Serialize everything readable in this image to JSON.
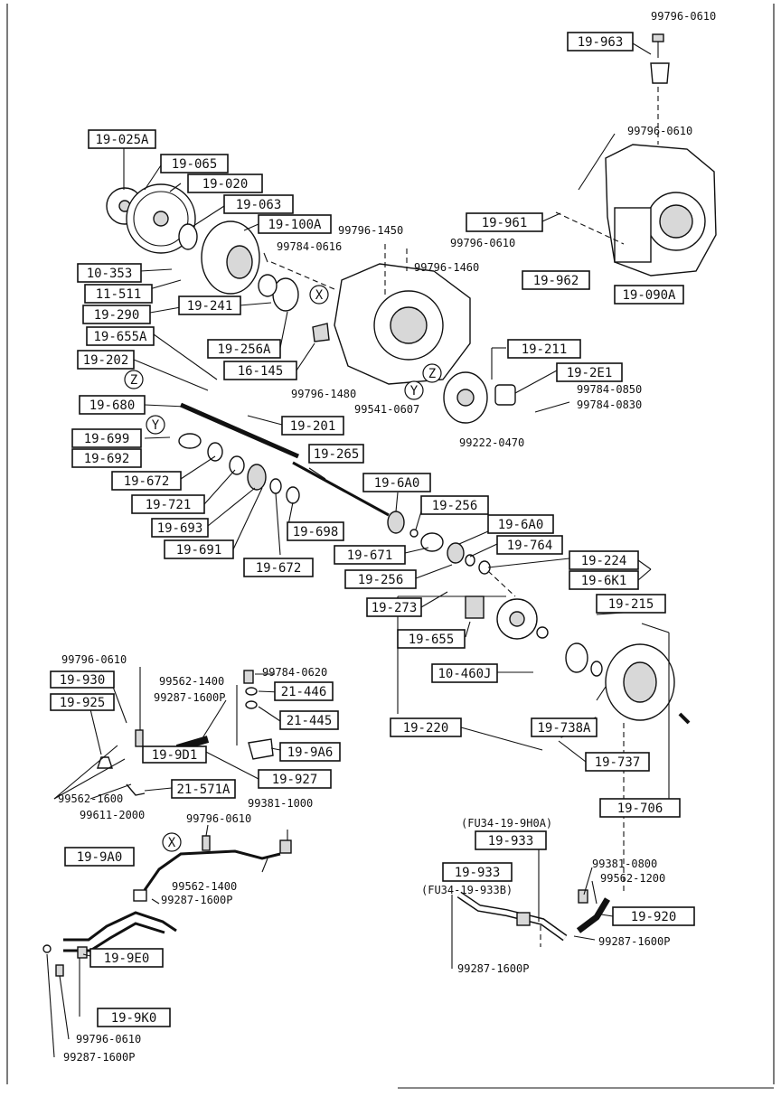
{
  "labels": {
    "p99796_0610_top": "99796-0610",
    "p19_963": "19-963",
    "p99796_0610_b": "99796-0610",
    "p19_025A": "19-025A",
    "p19_065": "19-065",
    "p19_020": "19-020",
    "p19_063": "19-063",
    "p19_100A": "19-100A",
    "p99796_1450": "99796-1450",
    "p99784_0616": "99784-0616",
    "p19_961": "19-961",
    "p99796_0610_c": "99796-0610",
    "p99796_1460": "99796-1460",
    "p19_962": "19-962",
    "p19_090A": "19-090A",
    "p10_353": "10-353",
    "p11_511": "11-511",
    "p19_290": "19-290",
    "p19_241": "19-241",
    "p19_655A": "19-655A",
    "p19_256A": "19-256A",
    "p19_211": "19-211",
    "p19_202": "19-202",
    "p16_145": "16-145",
    "p19_2E1": "19-2E1",
    "p99784_0850": "99784-0850",
    "p99784_0830": "99784-0830",
    "p99796_1480": "99796-1480",
    "p99541_0607": "99541-0607",
    "p19_680": "19-680",
    "p19_201": "19-201",
    "p99222_0470": "99222-0470",
    "p19_699": "19-699",
    "p19_692": "19-692",
    "p19_265": "19-265",
    "p19_672_a": "19-672",
    "p19_6A0_a": "19-6A0",
    "p19_721": "19-721",
    "p19_256_a": "19-256",
    "p19_693": "19-693",
    "p19_698": "19-698",
    "p19_6A0_b": "19-6A0",
    "p19_691": "19-691",
    "p19_671": "19-671",
    "p19_764": "19-764",
    "p19_672_b": "19-672",
    "p19_224": "19-224",
    "p19_256_b": "19-256",
    "p19_6K1": "19-6K1",
    "p19_273": "19-273",
    "p19_215": "19-215",
    "p19_655": "19-655",
    "p10_460J": "10-460J",
    "p99796_0610_d": "99796-0610",
    "p19_930": "19-930",
    "p99562_1400_a": "99562-1400",
    "p99784_0620": "99784-0620",
    "p19_925": "19-925",
    "p99287_1600P_a": "99287-1600P",
    "p21_446": "21-446",
    "p21_445": "21-445",
    "p19_738A": "19-738A",
    "p19_220": "19-220",
    "p19_9D1": "19-9D1",
    "p19_9A6": "19-9A6",
    "p19_927": "19-927",
    "p19_737": "19-737",
    "p21_571A": "21-571A",
    "p99562_1600": "99562-1600",
    "p99381_1000": "99381-1000",
    "p99611_2000": "99611-2000",
    "p19_706": "19-706",
    "p99796_0610_e": "99796-0610",
    "pFU34_19_9H0A": "(FU34-19-9H0A)",
    "p19_933_a": "19-933",
    "p19_9A0": "19-9A0",
    "p99381_0800": "99381-0800",
    "p19_933_b": "19-933",
    "p99562_1200": "99562-1200",
    "p99562_1400_b": "99562-1400",
    "pFU34_19_933B": "(FU34-19-933B)",
    "p99287_1600P_b": "99287-1600P",
    "p19_920": "19-920",
    "p99287_1600P_c": "99287-1600P",
    "p19_9E0": "19-9E0",
    "p99287_1600P_d": "99287-1600P",
    "p19_9K0": "19-9K0",
    "p99796_0610_f": "99796-0610",
    "p99287_1600P_e": "99287-1600P"
  },
  "markers": {
    "x1": "X",
    "z1": "Z",
    "y1": "Y",
    "z2": "Z",
    "y2": "Y",
    "x2": "X"
  }
}
